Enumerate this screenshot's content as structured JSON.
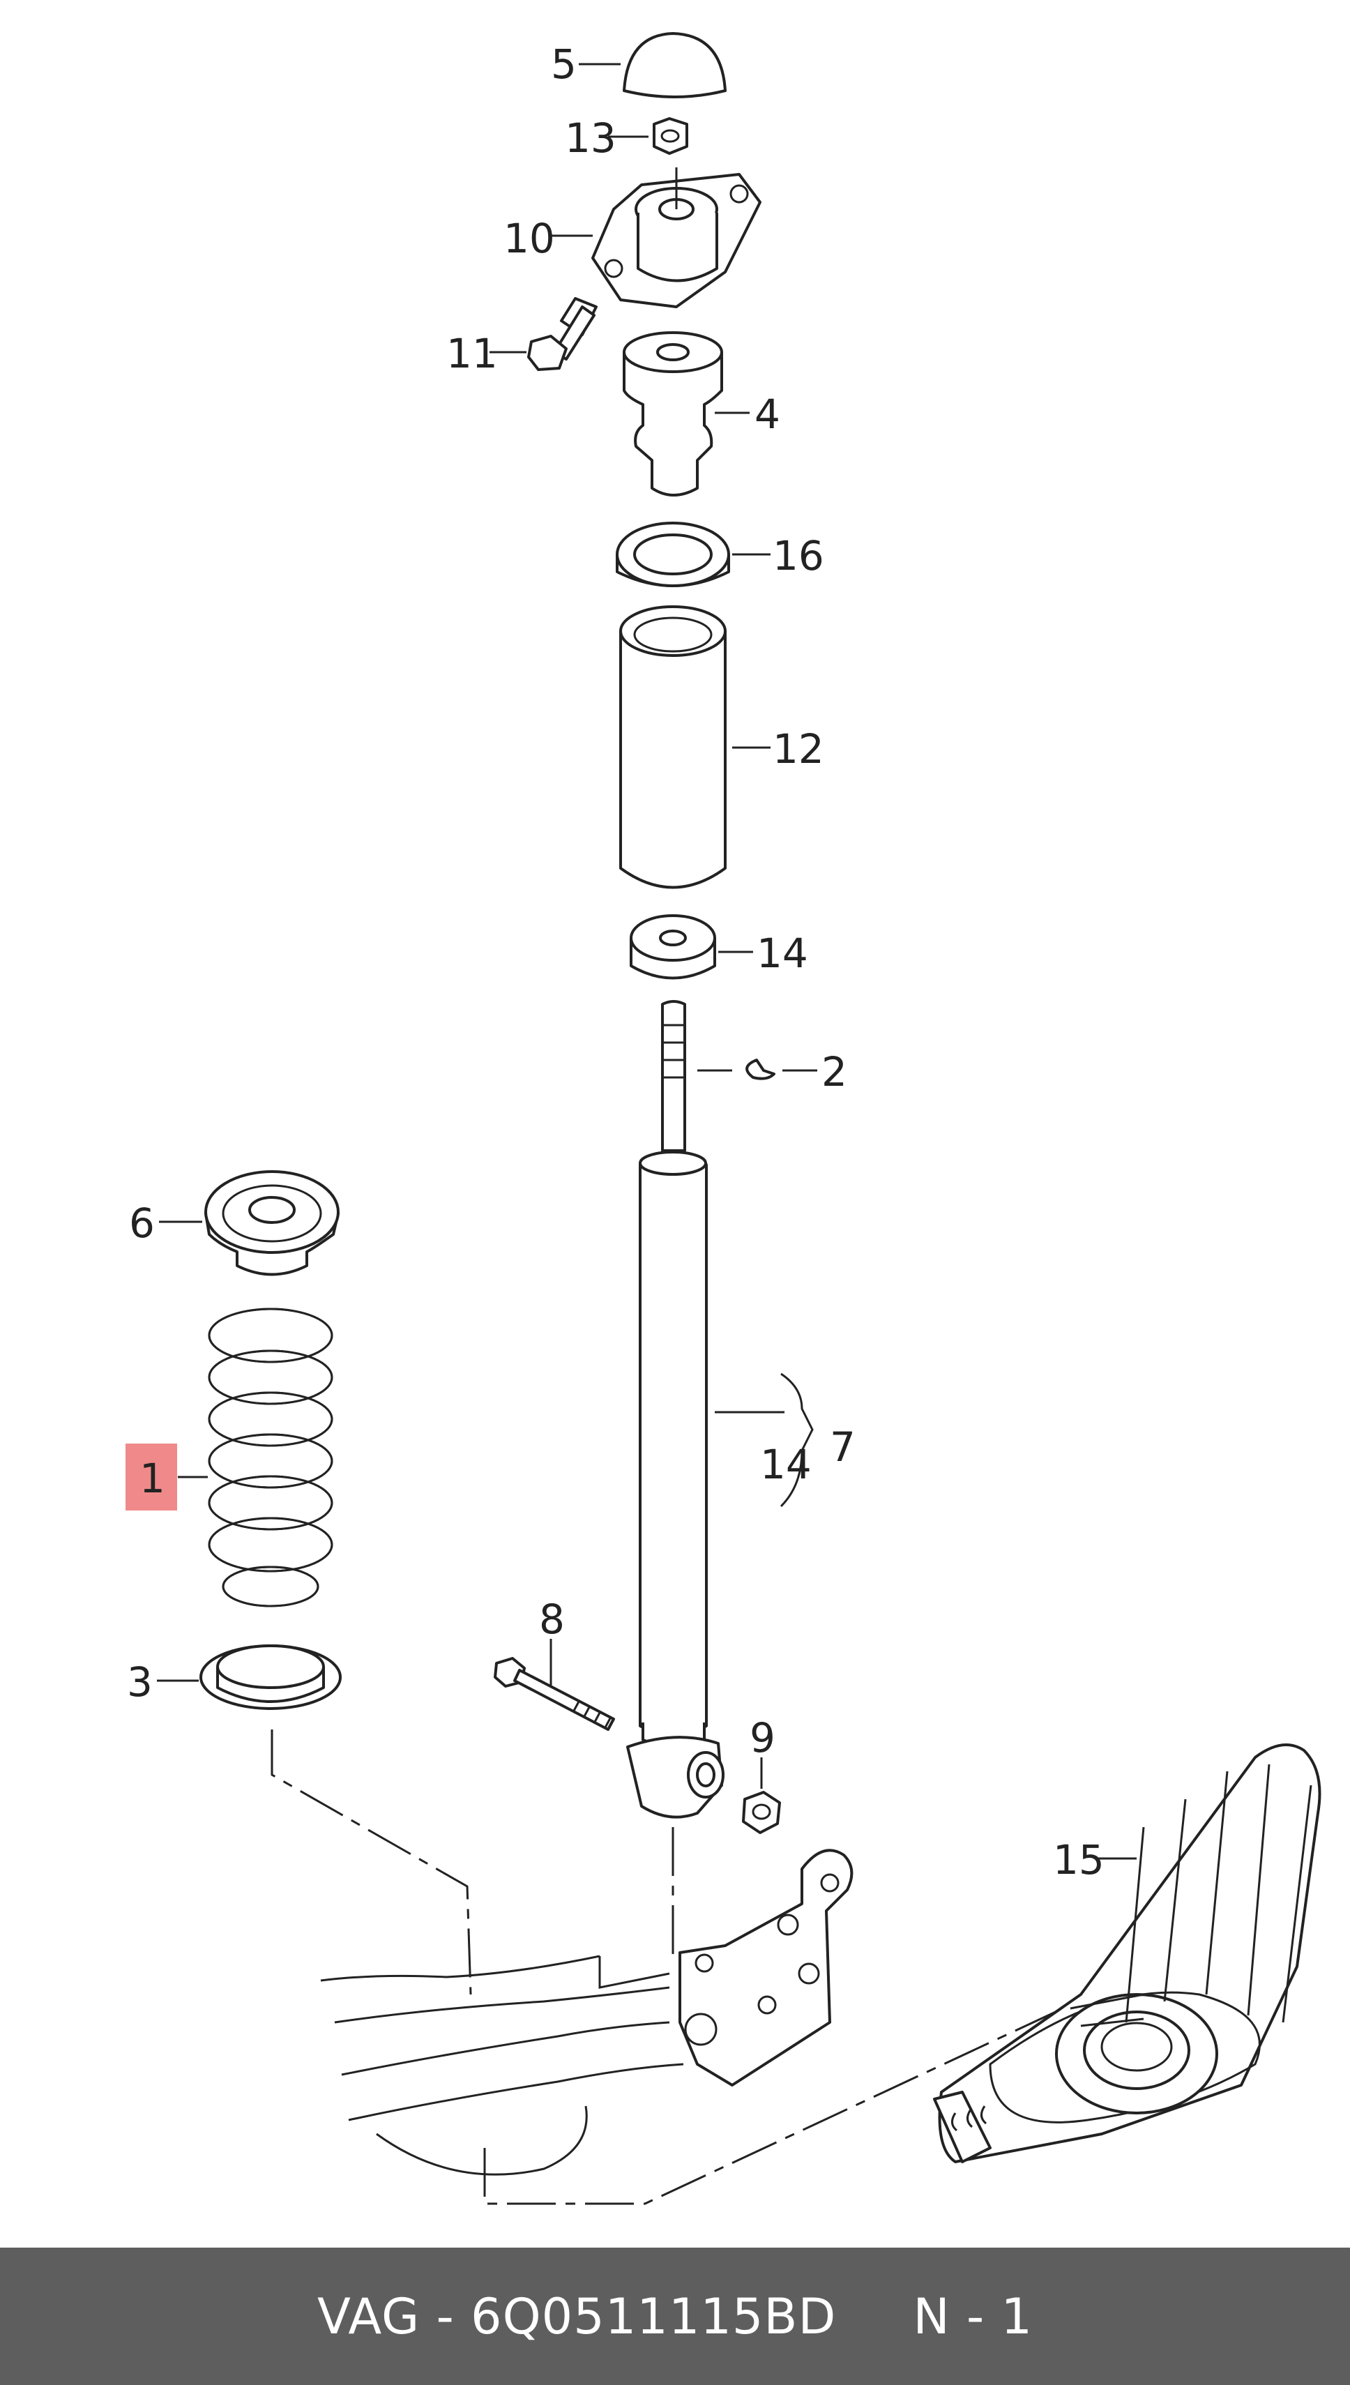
{
  "diagram": {
    "callouts": {
      "c1": "1",
      "c2": "2",
      "c3": "3",
      "c4": "4",
      "c5": "5",
      "c6": "6",
      "c7": "7",
      "c8": "8",
      "c9": "9",
      "c10": "10",
      "c11": "11",
      "c12": "12",
      "c13": "13",
      "c14_top": "14",
      "c14_group": "14",
      "c15": "15",
      "c16": "16"
    },
    "highlight_color": "#f08a8a"
  },
  "footer": {
    "part_ref": "VAG - 6Q0511115BD",
    "diagram_ref": "N - 1"
  }
}
